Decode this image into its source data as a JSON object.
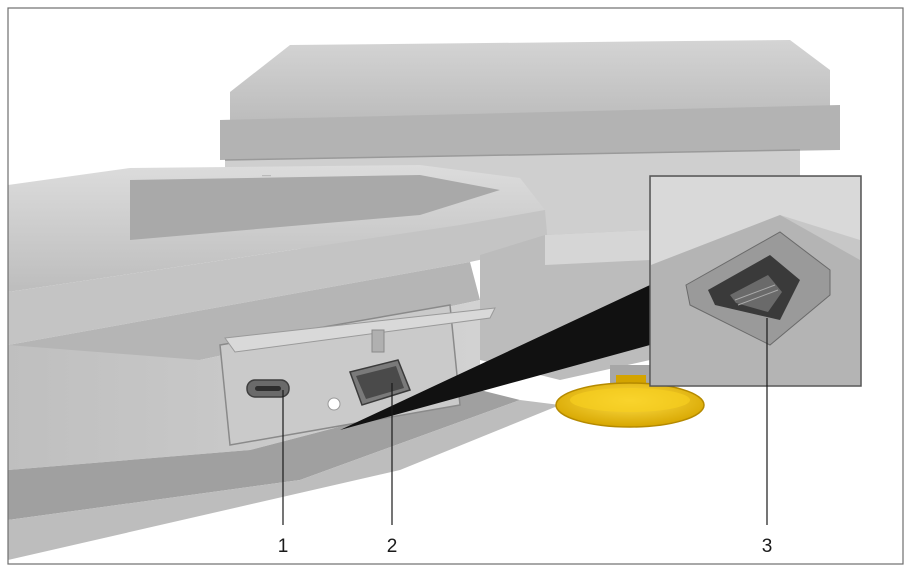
{
  "callouts": [
    {
      "number": "1"
    },
    {
      "number": "2"
    },
    {
      "number": "3"
    }
  ],
  "colors": {
    "frame": "#6e6e6e",
    "background": "#ffffff",
    "device_body": "#c9c9c9",
    "device_shadow": "#8f8f8f",
    "knob": "#f2c200",
    "leader_line": "#1a1a1a",
    "zoom_wedge": "#111111"
  }
}
